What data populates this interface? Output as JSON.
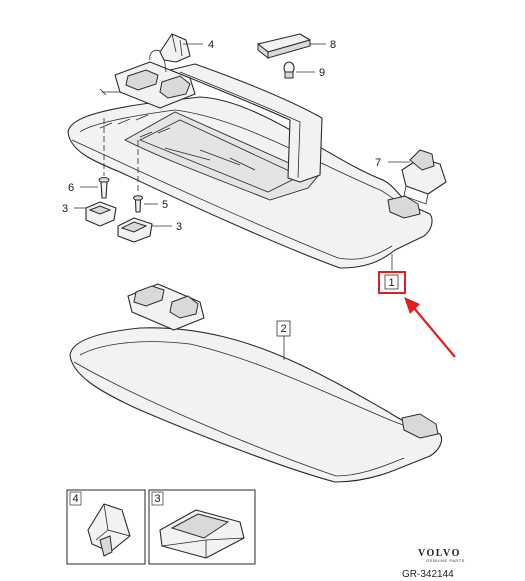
{
  "callouts": {
    "c1": "1",
    "c2": "2",
    "c3a": "3",
    "c3b": "3",
    "c4": "4",
    "c5": "5",
    "c6": "6",
    "c7": "7",
    "c8": "8",
    "c9": "9"
  },
  "detail_boxes": {
    "left_label": "4",
    "right_label": "3"
  },
  "brand": {
    "name": "VOLVO",
    "tagline": "GENUINE PARTS",
    "reference": "GR-342144"
  },
  "colors": {
    "highlight": "#e0201e",
    "line": "#2a2a2a"
  }
}
